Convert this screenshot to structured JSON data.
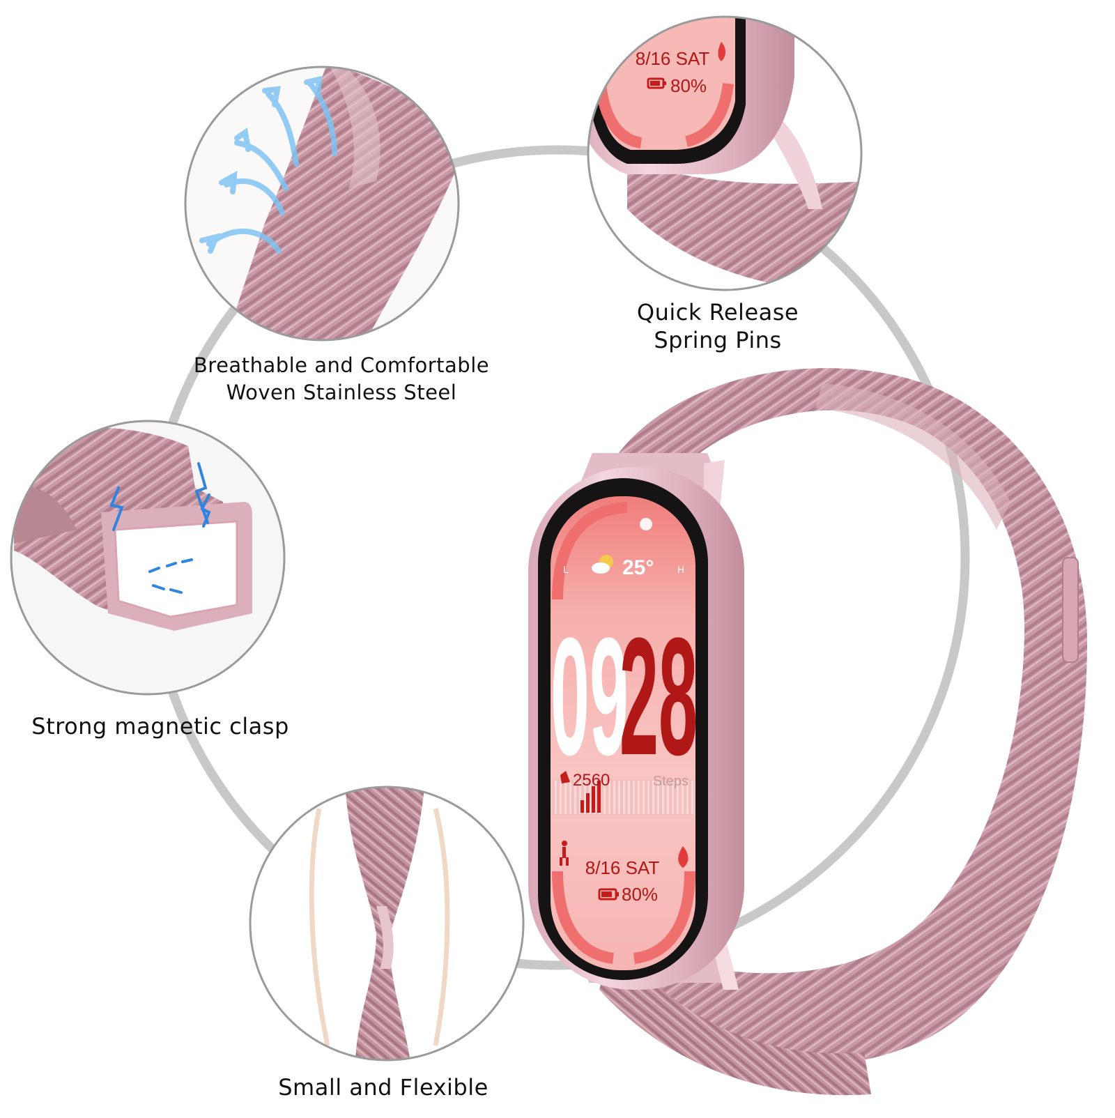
{
  "features": {
    "breathable": {
      "line1": "Breathable and Comfortable",
      "line2": "Woven Stainless Steel"
    },
    "spring_pins": {
      "line1": "Quick Release",
      "line2": "Spring Pins"
    },
    "magnetic": {
      "line1": "Strong magnetic clasp"
    },
    "flexible": {
      "line1": "Small and Flexible"
    }
  },
  "watch": {
    "weather_temp": "25°",
    "hour": "09",
    "minute": "28",
    "steps_value": "2560",
    "steps_label": "Steps",
    "date": "8/16 SAT",
    "battery": "80%",
    "side_left": "L",
    "side_right": "H"
  },
  "detail_watch": {
    "date": "8/16 SAT",
    "battery": "80%"
  },
  "colors": {
    "band": "#c99aa5",
    "band_dark": "#a5707d",
    "screen_pink": "#f4b3b0",
    "screen_red": "#b01717",
    "ring": "#c8c8c8"
  },
  "icons": {
    "weather": "sun-cloud-icon",
    "steps": "shoe-icon",
    "battery": "battery-icon",
    "activity": "walking-person-icon",
    "calorie": "flame-icon",
    "magnet": "lightning-icon",
    "airflow": "airflow-arrow-icon"
  }
}
